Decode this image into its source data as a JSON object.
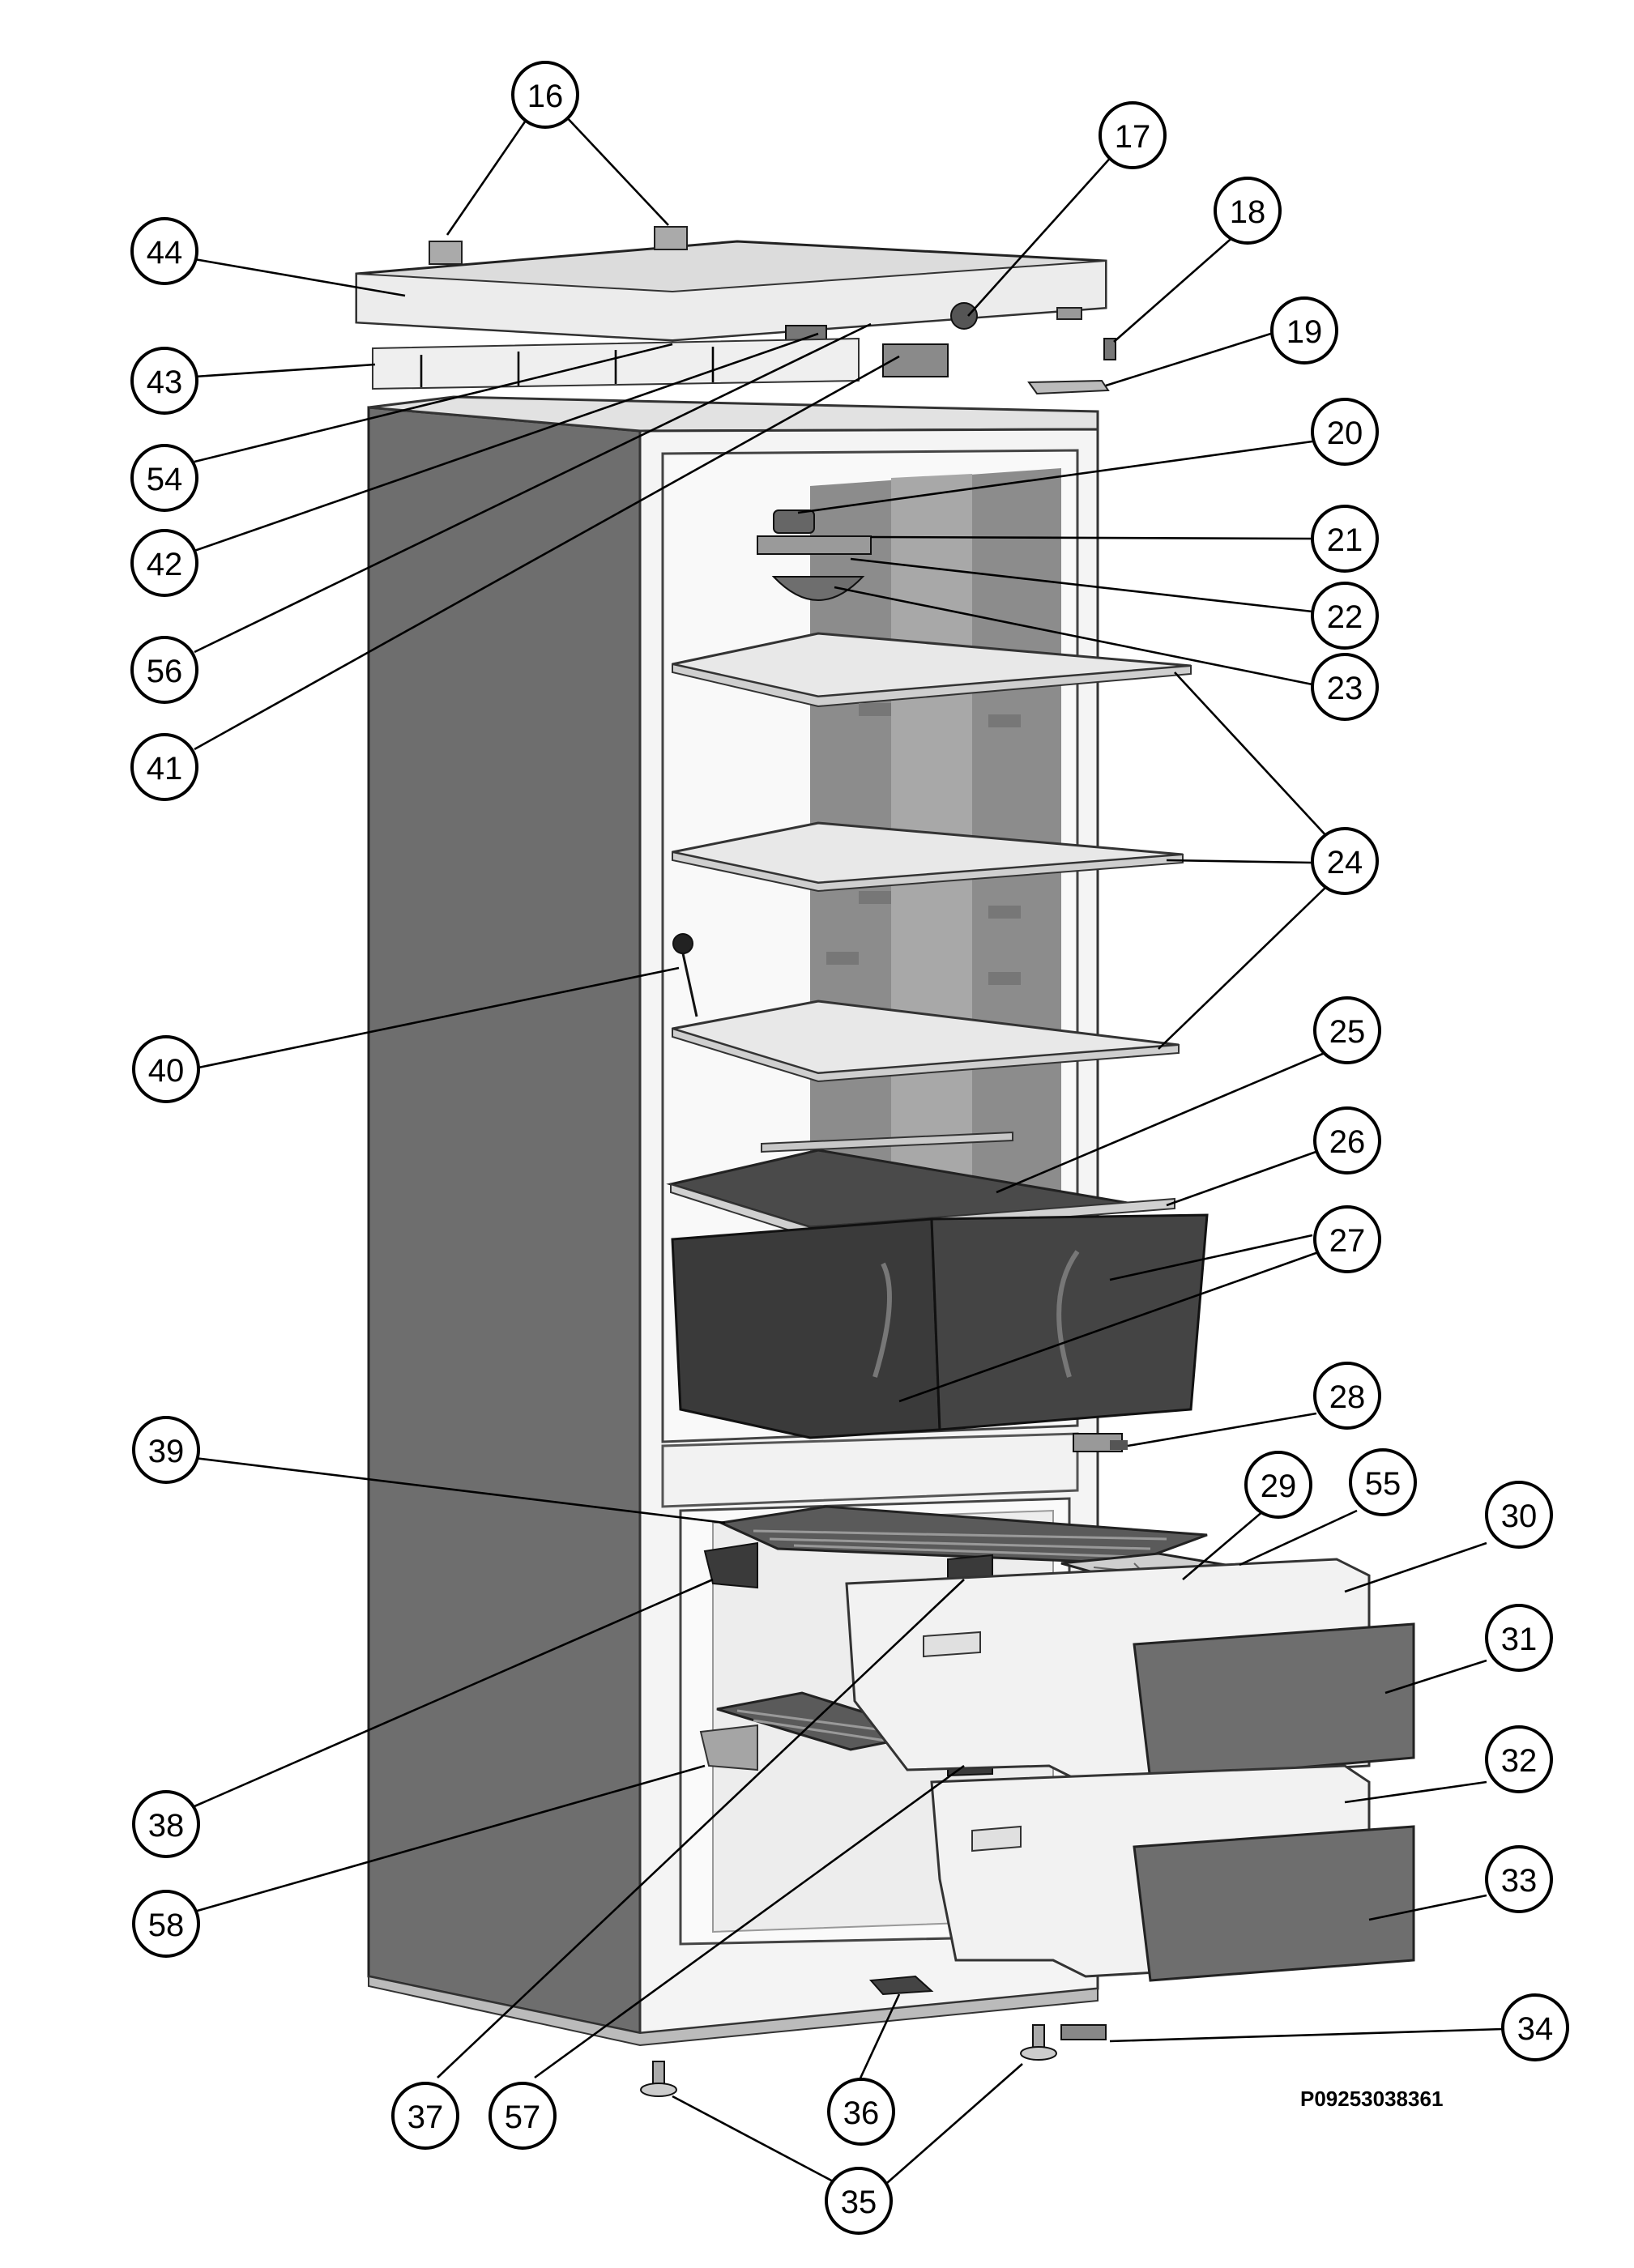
{
  "callouts": [
    {
      "label": "16"
    },
    {
      "label": "17"
    },
    {
      "label": "18"
    },
    {
      "label": "19"
    },
    {
      "label": "20"
    },
    {
      "label": "21"
    },
    {
      "label": "22"
    },
    {
      "label": "23"
    },
    {
      "label": "24"
    },
    {
      "label": "25"
    },
    {
      "label": "26"
    },
    {
      "label": "27"
    },
    {
      "label": "28"
    },
    {
      "label": "29"
    },
    {
      "label": "55"
    },
    {
      "label": "30"
    },
    {
      "label": "31"
    },
    {
      "label": "32"
    },
    {
      "label": "33"
    },
    {
      "label": "34"
    },
    {
      "label": "35"
    },
    {
      "label": "36"
    },
    {
      "label": "57"
    },
    {
      "label": "37"
    },
    {
      "label": "58"
    },
    {
      "label": "38"
    },
    {
      "label": "39"
    },
    {
      "label": "40"
    },
    {
      "label": "41"
    },
    {
      "label": "56"
    },
    {
      "label": "42"
    },
    {
      "label": "54"
    },
    {
      "label": "43"
    },
    {
      "label": "44"
    }
  ],
  "drawing_code": "P09253038361",
  "colors": {
    "cabinet_side": "#6e6e6e",
    "interior_back": "#8a8a8a",
    "dark_bin": "#3c3c3c",
    "line": "#000000"
  }
}
